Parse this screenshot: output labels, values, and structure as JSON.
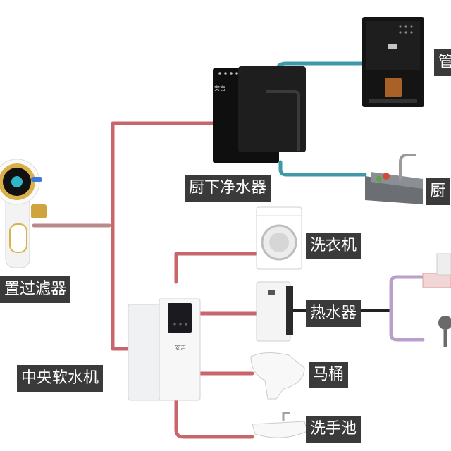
{
  "colors": {
    "main_pipe": "#c8666c",
    "prefilter_pipe": "#b98a8a",
    "purified_pipe": "#3f9aa8",
    "hot_pipe": "#b9a0cc",
    "label_bg": "#3a3a3a",
    "label_text": "#ffffff"
  },
  "devices": {
    "prefilter": {
      "label": "置过滤器",
      "icon": "prefilter-icon"
    },
    "softener": {
      "label": "中央软水机",
      "brand": "安吉",
      "icon": "softener-icon"
    },
    "under_sink_purifier": {
      "label": "厨下净水器",
      "brand": "安吉",
      "icon": "purifier-icon"
    },
    "pipeline_dispenser": {
      "label": "管",
      "icon": "dispenser-icon"
    },
    "kitchen_sink": {
      "label": "厨",
      "icon": "sink-icon"
    },
    "washing_machine": {
      "label": "洗衣机",
      "icon": "washer-icon"
    },
    "water_heater": {
      "label": "热水器",
      "icon": "heater-icon"
    },
    "toilet": {
      "label": "马桶",
      "icon": "toilet-icon"
    },
    "wash_basin": {
      "label": "洗手池",
      "icon": "basin-icon"
    },
    "radiator": {
      "icon": "radiator-icon"
    },
    "shower": {
      "icon": "shower-icon"
    }
  }
}
